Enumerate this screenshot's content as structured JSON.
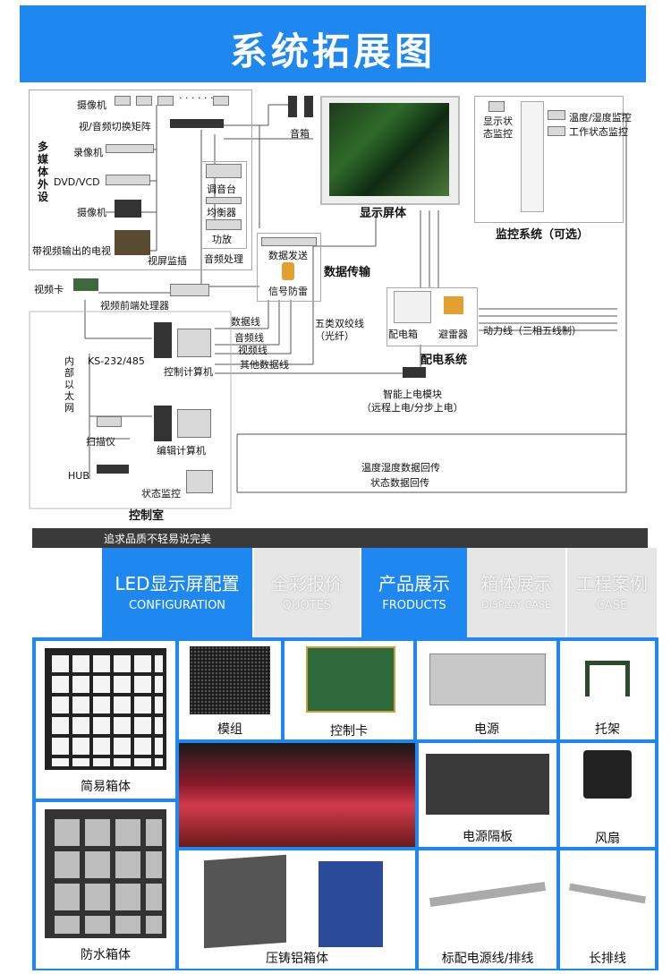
{
  "title": "系统拓展图",
  "diagram": {
    "multimedia_group": "多媒体外设",
    "cameras": "摄像机",
    "switch_matrix": "视/音频切换矩阵",
    "recorder": "录像机",
    "dvd": "DVD/VCD",
    "camcorder": "摄像机",
    "tv": "带视频输出的电视",
    "screen_monitor": "视屏监插",
    "speakers": "音箱",
    "mixer": "调音台",
    "equalizer": "均衡器",
    "amplifier": "功放",
    "audio_processing": "音频处理",
    "display_screen": "显示屏体",
    "data_send": "数据发送",
    "lightning": "信号防雷",
    "data_transmission": "数据传输",
    "video_card": "视频卡",
    "video_processor": "视频前端处理器",
    "data_line": "数据线",
    "audio_line": "音频线",
    "video_line": "视频线",
    "other_data_line": "其他数据线",
    "cat5": "五类双绞线",
    "fiber": "（光纤）",
    "ks232": "KS-232/485",
    "ethernet": "内部以太网",
    "control_pc": "控制计算机",
    "scanner": "扫描仪",
    "edit_pc": "编辑计算机",
    "hub": "HUB",
    "status_monitor": "状态监控",
    "control_room": "控制室",
    "display_status": "显示状态监控",
    "temp_humidity": "温度/湿度监控",
    "work_status": "工作状态监控",
    "monitor_system": "监控系统（可选）",
    "distribution_box": "配电箱",
    "arrester": "避雷器",
    "power_line": "动力线（三相五线制）",
    "power_system": "配电系统",
    "smart_power": "智能上电模块",
    "remote_power": "（远程上电/分步上电）",
    "temp_data_return": "温度湿度数据回传",
    "status_data_return": "状态数据回传"
  },
  "tagline": "追求品质不轻易说完美",
  "tabs": [
    {
      "cn": "LED显示屏配置",
      "en": "CONFIGURATION"
    },
    {
      "cn": "全彩报价",
      "en": "QUOTES"
    },
    {
      "cn": "产品展示",
      "en": "FRODUCTS"
    },
    {
      "cn": "箱体展示",
      "en": "DISPLAY CASE"
    },
    {
      "cn": "工程案例",
      "en": "CASE"
    }
  ],
  "products": {
    "simple_cabinet": "简易箱体",
    "module": "模组",
    "control_card": "控制卡",
    "power_supply": "电源",
    "bracket": "托架",
    "power_board": "电源隔板",
    "fan": "风扇",
    "waterproof_cabinet": "防水箱体",
    "die_cast_cabinet": "压铸铝箱体",
    "cables": "标配电源线/排线",
    "long_cable": "长排线"
  },
  "colors": {
    "accent": "#1e88f0",
    "tabbar": "#3a3a3a"
  }
}
